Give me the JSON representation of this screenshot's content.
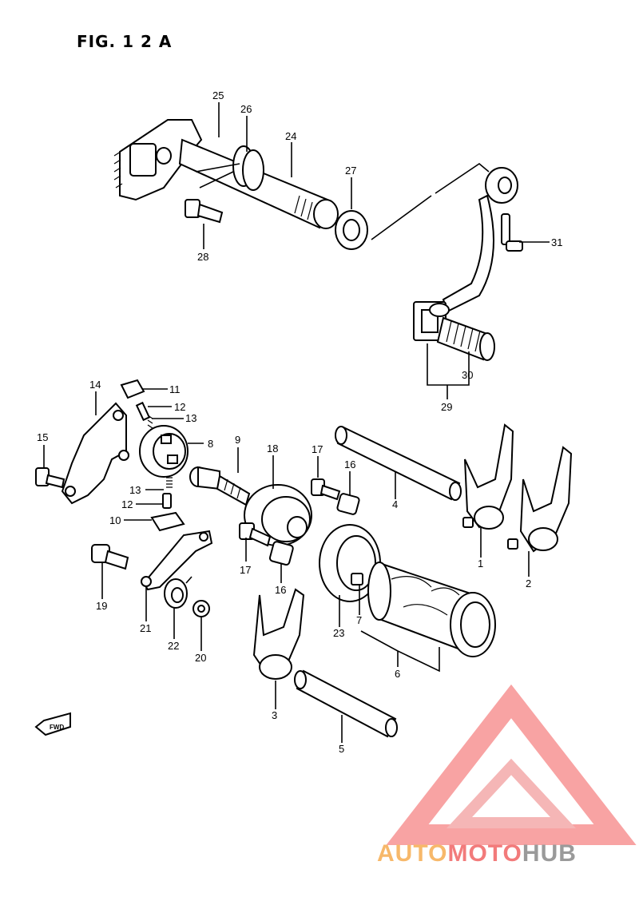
{
  "figure": {
    "title": "FIG. 1 2 A"
  },
  "callouts": [
    {
      "id": "25",
      "label": "25"
    },
    {
      "id": "26",
      "label": "26"
    },
    {
      "id": "24",
      "label": "24"
    },
    {
      "id": "27",
      "label": "27"
    },
    {
      "id": "28",
      "label": "28"
    },
    {
      "id": "31",
      "label": "31"
    },
    {
      "id": "30",
      "label": "30"
    },
    {
      "id": "29",
      "label": "29"
    },
    {
      "id": "14",
      "label": "14"
    },
    {
      "id": "11",
      "label": "11"
    },
    {
      "id": "12a",
      "label": "12"
    },
    {
      "id": "13a",
      "label": "13"
    },
    {
      "id": "8",
      "label": "8"
    },
    {
      "id": "15",
      "label": "15"
    },
    {
      "id": "9",
      "label": "9"
    },
    {
      "id": "18",
      "label": "18"
    },
    {
      "id": "17a",
      "label": "17"
    },
    {
      "id": "16a",
      "label": "16"
    },
    {
      "id": "4",
      "label": "4"
    },
    {
      "id": "13b",
      "label": "13"
    },
    {
      "id": "12b",
      "label": "12"
    },
    {
      "id": "10",
      "label": "10"
    },
    {
      "id": "17b",
      "label": "17"
    },
    {
      "id": "16b",
      "label": "16"
    },
    {
      "id": "1",
      "label": "1"
    },
    {
      "id": "2",
      "label": "2"
    },
    {
      "id": "19",
      "label": "19"
    },
    {
      "id": "21",
      "label": "21"
    },
    {
      "id": "22",
      "label": "22"
    },
    {
      "id": "20",
      "label": "20"
    },
    {
      "id": "7",
      "label": "7"
    },
    {
      "id": "23",
      "label": "23"
    },
    {
      "id": "6",
      "label": "6"
    },
    {
      "id": "3",
      "label": "3"
    },
    {
      "id": "5",
      "label": "5"
    }
  ],
  "fwd_marker": {
    "label": "FWD"
  },
  "watermark": {
    "part1": "AUTO",
    "part2": "MOTO",
    "part3": "HUB"
  },
  "colors": {
    "wm_orange": "#f7b86a",
    "wm_red": "#f27b7b",
    "wm_gray": "#9a9a9a"
  }
}
